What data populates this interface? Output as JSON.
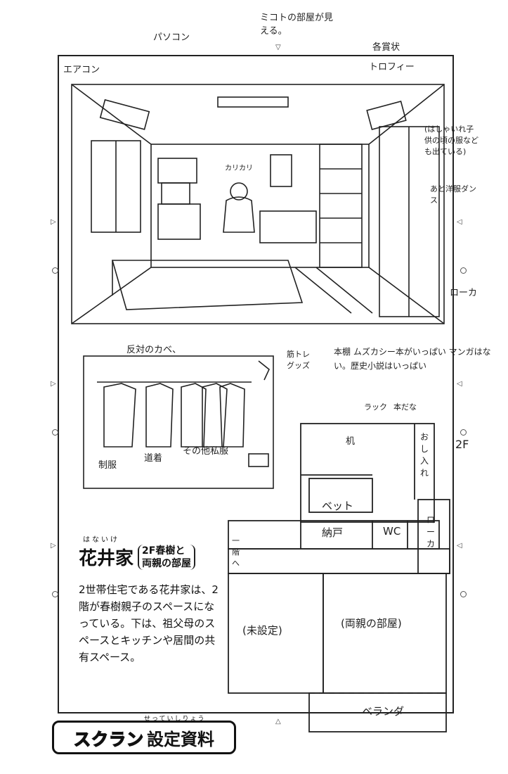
{
  "room_notes": {
    "aircon": "エアコン",
    "pc": "パソコン",
    "mikoto_room": "ミコトの部屋が見える。",
    "awards": "各賞状",
    "trophy": "トロフィー",
    "side_note": "(はしゃいれ子供の頃の服なども出ている)",
    "side_note2": "あと洋服ダンス",
    "rouka": "ローカ",
    "kinutore": "筋トレグッズ",
    "bookshelf": "本棚 ムズカシー本がいっぱい マンガはない。歴史小説はいっぱい",
    "opposite_wall": "反対のカベ、",
    "uniform": "制服",
    "dougi": "道着",
    "casual": "その他私服",
    "katsu": "カリカリ"
  },
  "floor_plan": {
    "raku": "ラック",
    "hondana": "本だな",
    "desk": "机",
    "oshiire": "おし入れ",
    "floor": "2F",
    "bed": "ベット",
    "nando": "納戸",
    "wc": "WC",
    "rouka": "ローカ",
    "kaidan": "一階へ",
    "unset": "(未設定)",
    "parents": "(両親の部屋)",
    "veranda": "ベランダ"
  },
  "title": {
    "name_ruby": "はないけ",
    "name": "花井家",
    "sub_line1": "2F春樹と",
    "sub_line2": "両親の部屋"
  },
  "caption": "2世帯住宅である花井家は、2階が春樹親子のスペースになっている。下は、祖父母のスペースとキッチンや居間の共有スペース。",
  "badge": {
    "part1": "スクラン",
    "part2": "設定資料",
    "ruby": "せっていしりょう"
  }
}
